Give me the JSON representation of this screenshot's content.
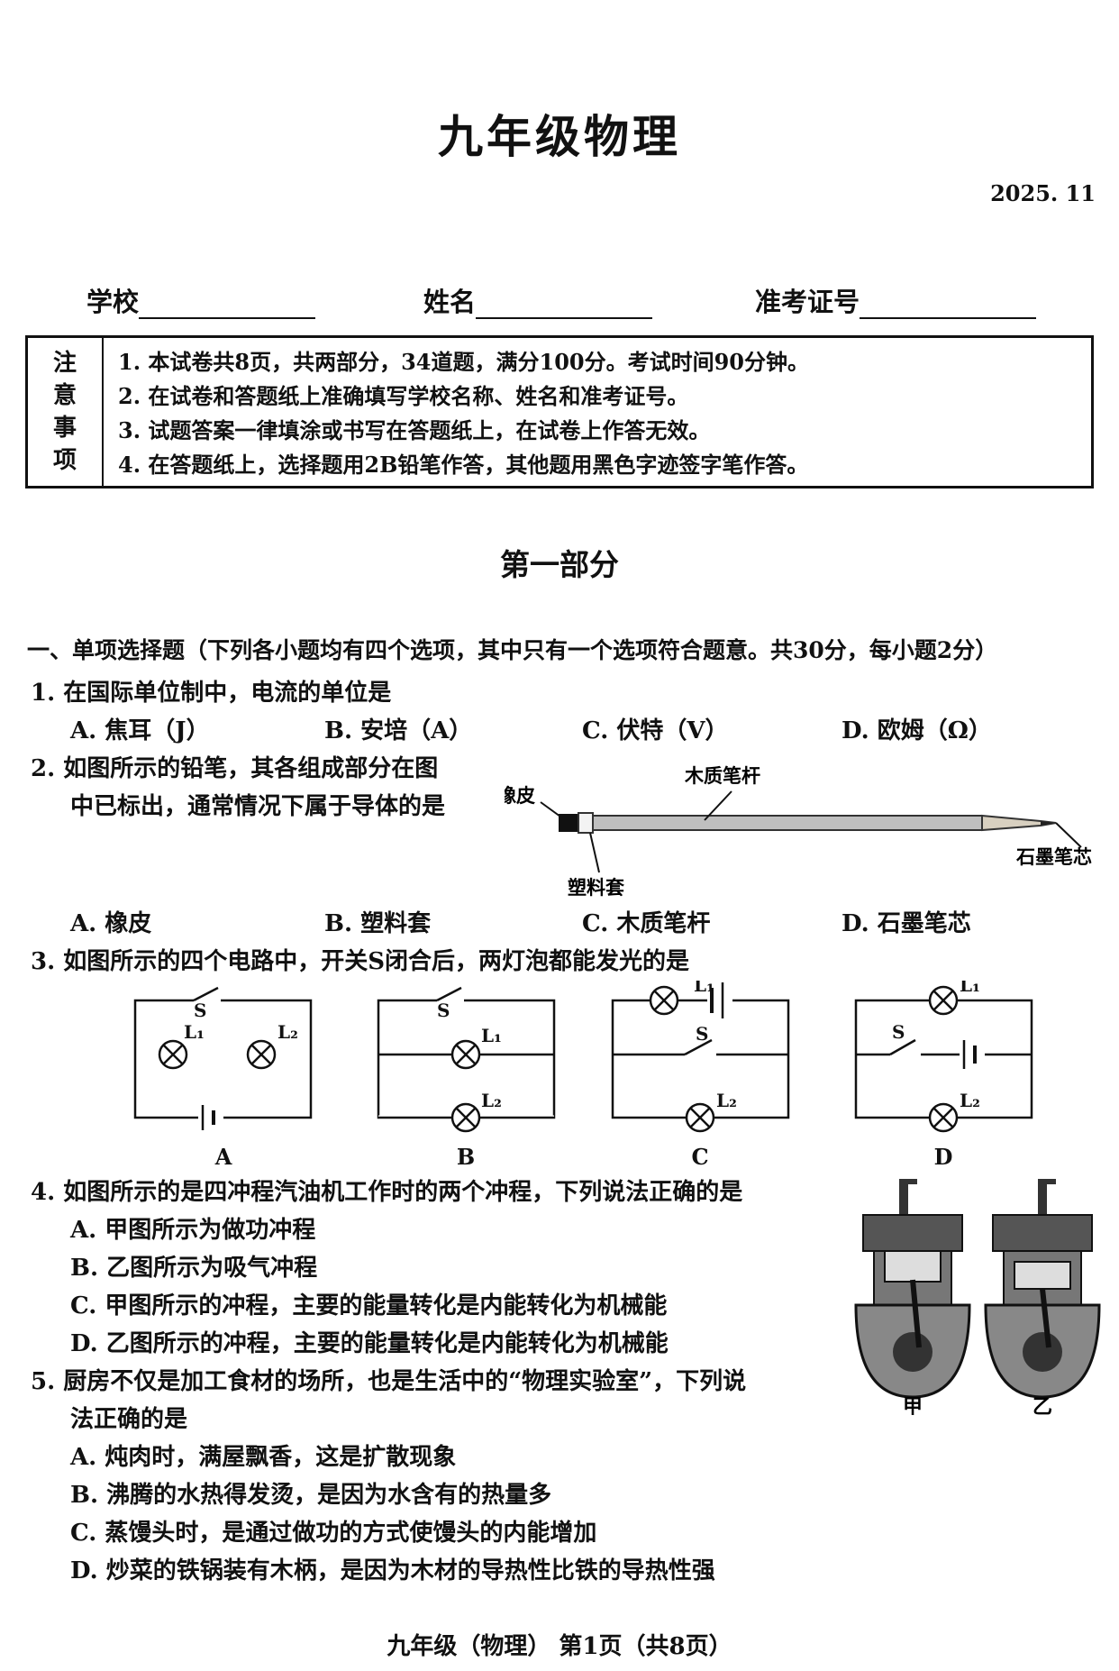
{
  "header": {
    "title": "九年级物理",
    "date": "2025. 11",
    "school_label": "学校",
    "name_label": "姓名",
    "id_label": "准考证号"
  },
  "notice": {
    "label": [
      "注",
      "意",
      "事",
      "项"
    ],
    "items": [
      "1. 本试卷共8页，共两部分，34道题，满分100分。考试时间90分钟。",
      "2. 在试卷和答题纸上准确填写学校名称、姓名和准考证号。",
      "3. 试题答案一律填涂或书写在答题纸上，在试卷上作答无效。",
      "4. 在答题纸上，选择题用2B铅笔作答，其他题用黑色字迹签字笔作答。"
    ]
  },
  "section_title": "第一部分",
  "part_one": {
    "heading": "一、单项选择题（下列各小题均有四个选项，其中只有一个选项符合题意。共30分，每小题2分）",
    "q1": {
      "stem": "1. 在国际单位制中，电流的单位是",
      "options": [
        "A. 焦耳（J）",
        "B. 安培（A）",
        "C. 伏特（V）",
        "D. 欧姆（Ω）"
      ]
    },
    "q2": {
      "stem_line1": "2. 如图所示的铅笔，其各组成部分在图",
      "stem_line2": "中已标出，通常情况下属于导体的是",
      "labels": {
        "eraser": "橡皮",
        "wood": "木质笔杆",
        "plastic": "塑料套",
        "graphite": "石墨笔芯"
      },
      "options": [
        "A. 橡皮",
        "B. 塑料套",
        "C. 木质笔杆",
        "D. 石墨笔芯"
      ]
    },
    "q3": {
      "stem": "3. 如图所示的四个电路中，开关S闭合后，两灯泡都能发光的是",
      "circuit_labels": [
        "A",
        "B",
        "C",
        "D"
      ],
      "s": "S",
      "l1": "L₁",
      "l2": "L₂"
    },
    "q4": {
      "stem": "4. 如图所示的是四冲程汽油机工作时的两个冲程，下列说法正确的是",
      "options": [
        "A. 甲图所示为做功冲程",
        "B. 乙图所示为吸气冲程",
        "C. 甲图所示的冲程，主要的能量转化是内能转化为机械能",
        "D. 乙图所示的冲程，主要的能量转化是内能转化为机械能"
      ],
      "fig_labels": [
        "甲",
        "乙"
      ]
    },
    "q5": {
      "stem_line1": "5. 厨房不仅是加工食材的场所，也是生活中的“物理实验室”，下列说",
      "stem_line2": "法正确的是",
      "options": [
        "A. 炖肉时，满屋飘香，这是扩散现象",
        "B. 沸腾的水热得发烫，是因为水含有的热量多",
        "C. 蒸馒头时，是通过做功的方式使馒头的内能增加",
        "D. 炒菜的铁锅装有木柄，是因为木材的导热性比铁的导热性强"
      ]
    }
  },
  "footer": "九年级（物理） 第1页（共8页）"
}
